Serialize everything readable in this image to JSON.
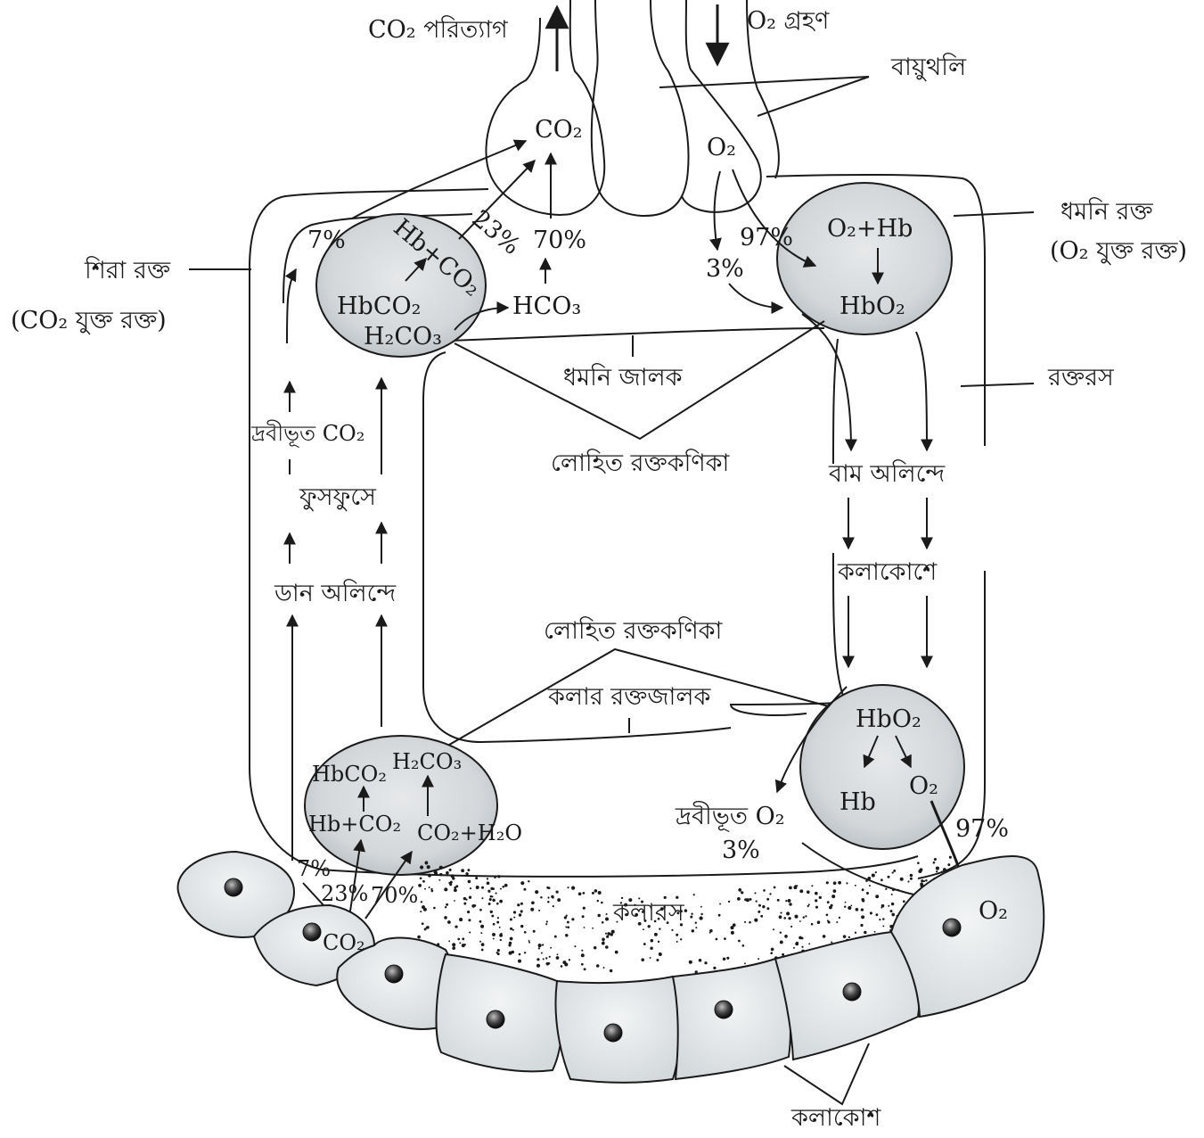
{
  "title": "",
  "top": {
    "co2_release": "CO₂ পরিত্যাগ",
    "o2_intake": "O₂ গ্রহণ",
    "alveolus": "বায়ুথলি"
  },
  "alveolus_contents": {
    "co2": "CO₂",
    "o2": "O₂"
  },
  "venous_side": {
    "venous_blood": "শিরা রক্ত",
    "venous_blood_note": "(CO₂ যুক্ত রক্ত)",
    "rbc_top": {
      "hb_co2": "Hb+CO₂",
      "hbco2": "HbCO₂",
      "h2co3": "H₂CO₃"
    },
    "hco3": "HCO₃",
    "pct_7": "7%",
    "pct_23": "23%",
    "pct_70": "70%",
    "dissolved_co2": "দ্রবীভূত CO₂",
    "to_lungs": "ফুসফুসে",
    "right_atrium": "ডান অলিন্দে"
  },
  "arterial_side": {
    "arterial_blood": "ধমনি রক্ত",
    "arterial_blood_note": "(O₂ যুক্ত রক্ত)",
    "rbc_top": {
      "o2_hb": "O₂+Hb",
      "hbo2": "HbO₂"
    },
    "pct_97": "97%",
    "pct_3": "3%",
    "plasma": "রক্তরস",
    "left_atrium": "বাম অলিন্দে",
    "to_tissue_cells": "কলাকোশে"
  },
  "middle": {
    "arterial_network": "ধমনি জালক",
    "rbc_label_top": "লোহিত রক্তকণিকা",
    "rbc_label_bottom": "লোহিত রক্তকণিকা",
    "tissue_capillary": "কলার রক্তজালক"
  },
  "bottom_left_rbc": {
    "hbco2": "HbCO₂",
    "h2co3": "H₂CO₃",
    "hb_co2": "Hb+CO₂",
    "co2_h2o": "CO₂+H₂O",
    "pct_7": "7%",
    "pct_23": "23%",
    "pct_70": "70%",
    "cell_co2": "CO₂"
  },
  "bottom_right_rbc": {
    "hbo2": "HbO₂",
    "hb": "Hb",
    "o2": "O₂",
    "dissolved_o2": "দ্রবীভূত O₂",
    "pct_3": "3%",
    "pct_97": "97%",
    "cell_o2": "O₂"
  },
  "tissue": {
    "tissue_fluid": "কলারস",
    "tissue_cells": "কলাকোশ"
  }
}
